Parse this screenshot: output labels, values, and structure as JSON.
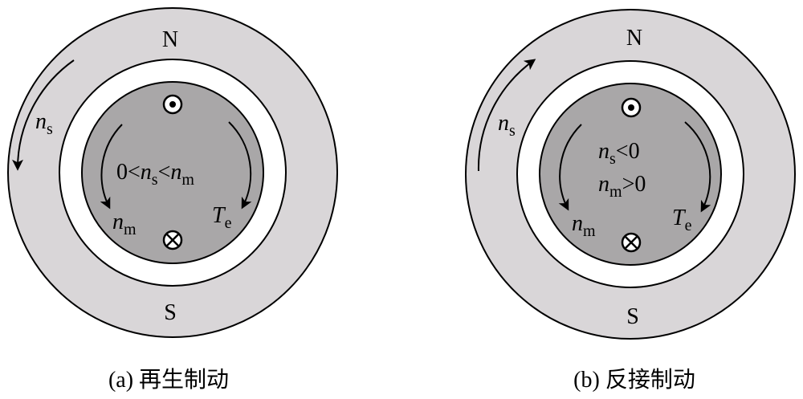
{
  "colors": {
    "stator_fill": "#d9d6d8",
    "gap_fill": "#ffffff",
    "rotor_fill": "#a9a7a8",
    "stroke": "#000000"
  },
  "panel_a": {
    "pole_north": "N",
    "pole_south": "S",
    "ns_label": {
      "symbol": "n",
      "sub": "s"
    },
    "condition": {
      "left": "0",
      "lt1": "<",
      "mid_symbol": "n",
      "mid_sub": "s",
      "lt2": "<",
      "right_symbol": "n",
      "right_sub": "m"
    },
    "nm_label": {
      "symbol": "n",
      "sub": "m"
    },
    "te_label": {
      "symbol": "T",
      "sub": "e"
    },
    "top_conductor": "dot-in-circle-icon",
    "bottom_conductor": "cross-in-circle-icon",
    "caption": "(a) 再生制动"
  },
  "panel_b": {
    "pole_north": "N",
    "pole_south": "S",
    "ns_label": {
      "symbol": "n",
      "sub": "s"
    },
    "condition_line1": {
      "symbol": "n",
      "sub": "s",
      "rel": "<0"
    },
    "condition_line2": {
      "symbol": "n",
      "sub": "m",
      "rel": ">0"
    },
    "nm_label": {
      "symbol": "n",
      "sub": "m"
    },
    "te_label": {
      "symbol": "T",
      "sub": "e"
    },
    "top_conductor": "dot-in-circle-icon",
    "bottom_conductor": "cross-in-circle-icon",
    "caption": "(b) 反接制动"
  }
}
